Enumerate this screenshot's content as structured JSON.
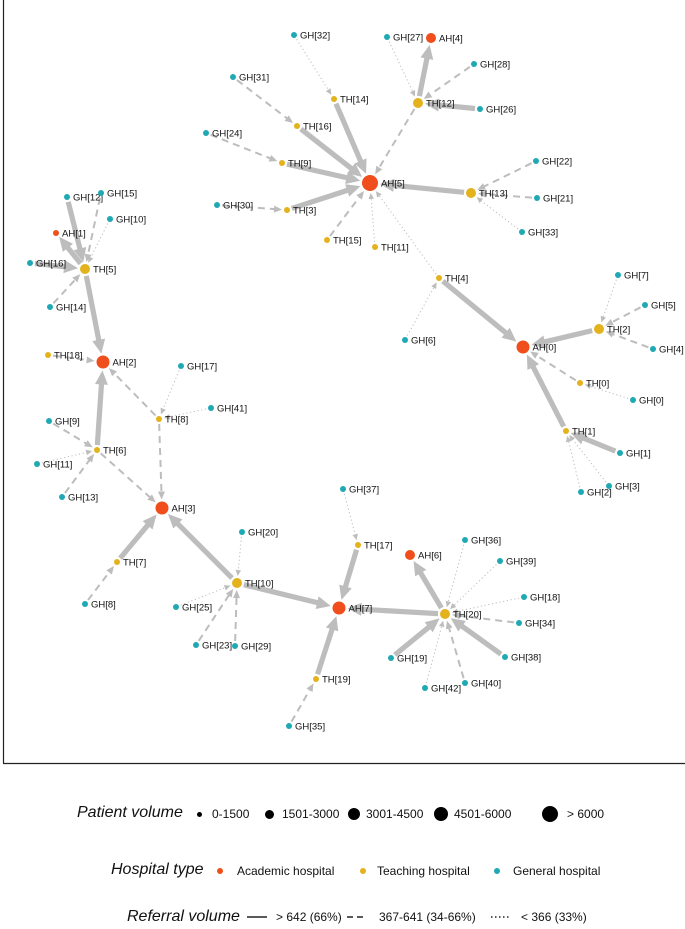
{
  "colors": {
    "academic": "#f04e1c",
    "teaching": "#e3b21c",
    "general": "#1fa9b4",
    "edge": "#bdbdbd"
  },
  "nodes": [
    {
      "id": "AH[0]",
      "type": "academic",
      "vol": 3
    },
    {
      "id": "AH[1]",
      "type": "academic",
      "vol": 1
    },
    {
      "id": "AH[2]",
      "type": "academic",
      "vol": 3
    },
    {
      "id": "AH[3]",
      "type": "academic",
      "vol": 3
    },
    {
      "id": "AH[4]",
      "type": "academic",
      "vol": 2
    },
    {
      "id": "AH[5]",
      "type": "academic",
      "vol": 4
    },
    {
      "id": "AH[6]",
      "type": "academic",
      "vol": 2
    },
    {
      "id": "AH[7]",
      "type": "academic",
      "vol": 3
    },
    {
      "id": "TH[0]",
      "type": "teaching",
      "vol": 1
    },
    {
      "id": "TH[1]",
      "type": "teaching",
      "vol": 1
    },
    {
      "id": "TH[2]",
      "type": "teaching",
      "vol": 2
    },
    {
      "id": "TH[3]",
      "type": "teaching",
      "vol": 1
    },
    {
      "id": "TH[4]",
      "type": "teaching",
      "vol": 1
    },
    {
      "id": "TH[5]",
      "type": "teaching",
      "vol": 2
    },
    {
      "id": "TH[6]",
      "type": "teaching",
      "vol": 1
    },
    {
      "id": "TH[7]",
      "type": "teaching",
      "vol": 1
    },
    {
      "id": "TH[8]",
      "type": "teaching",
      "vol": 1
    },
    {
      "id": "TH[9]",
      "type": "teaching",
      "vol": 1
    },
    {
      "id": "TH[10]",
      "type": "teaching",
      "vol": 2
    },
    {
      "id": "TH[11]",
      "type": "teaching",
      "vol": 1
    },
    {
      "id": "TH[12]",
      "type": "teaching",
      "vol": 2
    },
    {
      "id": "TH[13]",
      "type": "teaching",
      "vol": 2
    },
    {
      "id": "TH[14]",
      "type": "teaching",
      "vol": 1
    },
    {
      "id": "TH[15]",
      "type": "teaching",
      "vol": 1
    },
    {
      "id": "TH[16]",
      "type": "teaching",
      "vol": 1
    },
    {
      "id": "TH[17]",
      "type": "teaching",
      "vol": 1
    },
    {
      "id": "TH[18]",
      "type": "teaching",
      "vol": 1
    },
    {
      "id": "TH[19]",
      "type": "teaching",
      "vol": 1
    },
    {
      "id": "TH[20]",
      "type": "teaching",
      "vol": 2
    },
    {
      "id": "GH[0]",
      "type": "general",
      "vol": 1
    },
    {
      "id": "GH[1]",
      "type": "general",
      "vol": 1
    },
    {
      "id": "GH[2]",
      "type": "general",
      "vol": 1
    },
    {
      "id": "GH[3]",
      "type": "general",
      "vol": 1
    },
    {
      "id": "GH[4]",
      "type": "general",
      "vol": 1
    },
    {
      "id": "GH[5]",
      "type": "general",
      "vol": 1
    },
    {
      "id": "GH[6]",
      "type": "general",
      "vol": 1
    },
    {
      "id": "GH[7]",
      "type": "general",
      "vol": 1
    },
    {
      "id": "GH[8]",
      "type": "general",
      "vol": 1
    },
    {
      "id": "GH[9]",
      "type": "general",
      "vol": 1
    },
    {
      "id": "GH[10]",
      "type": "general",
      "vol": 1
    },
    {
      "id": "GH[11]",
      "type": "general",
      "vol": 1
    },
    {
      "id": "GH[12]",
      "type": "general",
      "vol": 1
    },
    {
      "id": "GH[13]",
      "type": "general",
      "vol": 1
    },
    {
      "id": "GH[14]",
      "type": "general",
      "vol": 1
    },
    {
      "id": "GH[15]",
      "type": "general",
      "vol": 1
    },
    {
      "id": "GH[16]",
      "type": "general",
      "vol": 1
    },
    {
      "id": "GH[17]",
      "type": "general",
      "vol": 1
    },
    {
      "id": "GH[18]",
      "type": "general",
      "vol": 1
    },
    {
      "id": "GH[19]",
      "type": "general",
      "vol": 1
    },
    {
      "id": "GH[20]",
      "type": "general",
      "vol": 1
    },
    {
      "id": "GH[21]",
      "type": "general",
      "vol": 1
    },
    {
      "id": "GH[22]",
      "type": "general",
      "vol": 1
    },
    {
      "id": "GH[23]",
      "type": "general",
      "vol": 1
    },
    {
      "id": "GH[24]",
      "type": "general",
      "vol": 1
    },
    {
      "id": "GH[25]",
      "type": "general",
      "vol": 1
    },
    {
      "id": "GH[26]",
      "type": "general",
      "vol": 1
    },
    {
      "id": "GH[27]",
      "type": "general",
      "vol": 1
    },
    {
      "id": "GH[28]",
      "type": "general",
      "vol": 1
    },
    {
      "id": "GH[29]",
      "type": "general",
      "vol": 1
    },
    {
      "id": "GH[30]",
      "type": "general",
      "vol": 1
    },
    {
      "id": "GH[31]",
      "type": "general",
      "vol": 1
    },
    {
      "id": "GH[32]",
      "type": "general",
      "vol": 1
    },
    {
      "id": "GH[33]",
      "type": "general",
      "vol": 1
    },
    {
      "id": "GH[34]",
      "type": "general",
      "vol": 1
    },
    {
      "id": "GH[35]",
      "type": "general",
      "vol": 1
    },
    {
      "id": "GH[36]",
      "type": "general",
      "vol": 1
    },
    {
      "id": "GH[37]",
      "type": "general",
      "vol": 1
    },
    {
      "id": "GH[38]",
      "type": "general",
      "vol": 1
    },
    {
      "id": "GH[39]",
      "type": "general",
      "vol": 1
    },
    {
      "id": "GH[40]",
      "type": "general",
      "vol": 1
    },
    {
      "id": "GH[41]",
      "type": "general",
      "vol": 1
    },
    {
      "id": "GH[42]",
      "type": "general",
      "vol": 1
    }
  ],
  "edges": [
    {
      "from": "TH[14]",
      "to": "AH[5]",
      "w": "high"
    },
    {
      "from": "TH[16]",
      "to": "AH[5]",
      "w": "high"
    },
    {
      "from": "TH[9]",
      "to": "AH[5]",
      "w": "high"
    },
    {
      "from": "TH[3]",
      "to": "AH[5]",
      "w": "high"
    },
    {
      "from": "TH[13]",
      "to": "AH[5]",
      "w": "high"
    },
    {
      "from": "TH[12]",
      "to": "AH[5]",
      "w": "mid"
    },
    {
      "from": "TH[15]",
      "to": "AH[5]",
      "w": "mid"
    },
    {
      "from": "TH[11]",
      "to": "AH[5]",
      "w": "low"
    },
    {
      "from": "TH[4]",
      "to": "AH[5]",
      "w": "low"
    },
    {
      "from": "TH[12]",
      "to": "AH[4]",
      "w": "high"
    },
    {
      "from": "GH[27]",
      "to": "TH[12]",
      "w": "low"
    },
    {
      "from": "GH[28]",
      "to": "TH[12]",
      "w": "mid"
    },
    {
      "from": "GH[26]",
      "to": "TH[12]",
      "w": "high"
    },
    {
      "from": "GH[32]",
      "to": "TH[14]",
      "w": "low"
    },
    {
      "from": "GH[31]",
      "to": "TH[16]",
      "w": "mid"
    },
    {
      "from": "GH[24]",
      "to": "TH[9]",
      "w": "mid"
    },
    {
      "from": "GH[30]",
      "to": "TH[3]",
      "w": "mid"
    },
    {
      "from": "GH[22]",
      "to": "TH[13]",
      "w": "mid"
    },
    {
      "from": "GH[21]",
      "to": "TH[13]",
      "w": "mid"
    },
    {
      "from": "GH[33]",
      "to": "TH[13]",
      "w": "low"
    },
    {
      "from": "TH[4]",
      "to": "AH[0]",
      "w": "high"
    },
    {
      "from": "GH[6]",
      "to": "TH[4]",
      "w": "low"
    },
    {
      "from": "TH[2]",
      "to": "AH[0]",
      "w": "high"
    },
    {
      "from": "TH[1]",
      "to": "AH[0]",
      "w": "high"
    },
    {
      "from": "TH[0]",
      "to": "AH[0]",
      "w": "mid"
    },
    {
      "from": "GH[7]",
      "to": "TH[2]",
      "w": "low"
    },
    {
      "from": "GH[5]",
      "to": "TH[2]",
      "w": "mid"
    },
    {
      "from": "GH[4]",
      "to": "TH[2]",
      "w": "mid"
    },
    {
      "from": "GH[0]",
      "to": "TH[0]",
      "w": "low"
    },
    {
      "from": "GH[1]",
      "to": "TH[1]",
      "w": "high"
    },
    {
      "from": "GH[2]",
      "to": "TH[1]",
      "w": "low"
    },
    {
      "from": "GH[3]",
      "to": "TH[1]",
      "w": "low"
    },
    {
      "from": "TH[5]",
      "to": "AH[1]",
      "w": "high"
    },
    {
      "from": "TH[5]",
      "to": "AH[2]",
      "w": "high"
    },
    {
      "from": "GH[12]",
      "to": "TH[5]",
      "w": "high"
    },
    {
      "from": "GH[15]",
      "to": "TH[5]",
      "w": "mid"
    },
    {
      "from": "GH[10]",
      "to": "TH[5]",
      "w": "low"
    },
    {
      "from": "GH[16]",
      "to": "TH[5]",
      "w": "high"
    },
    {
      "from": "GH[14]",
      "to": "TH[5]",
      "w": "mid"
    },
    {
      "from": "TH[18]",
      "to": "AH[2]",
      "w": "mid"
    },
    {
      "from": "TH[6]",
      "to": "AH[2]",
      "w": "high"
    },
    {
      "from": "TH[8]",
      "to": "AH[2]",
      "w": "mid"
    },
    {
      "from": "TH[8]",
      "to": "AH[3]",
      "w": "mid"
    },
    {
      "from": "GH[17]",
      "to": "TH[8]",
      "w": "low"
    },
    {
      "from": "GH[41]",
      "to": "TH[8]",
      "w": "low"
    },
    {
      "from": "GH[9]",
      "to": "TH[6]",
      "w": "mid"
    },
    {
      "from": "GH[11]",
      "to": "TH[6]",
      "w": "low"
    },
    {
      "from": "GH[13]",
      "to": "TH[6]",
      "w": "mid"
    },
    {
      "from": "TH[6]",
      "to": "AH[3]",
      "w": "mid"
    },
    {
      "from": "TH[7]",
      "to": "AH[3]",
      "w": "high"
    },
    {
      "from": "GH[8]",
      "to": "TH[7]",
      "w": "mid"
    },
    {
      "from": "TH[10]",
      "to": "AH[3]",
      "w": "high"
    },
    {
      "from": "TH[10]",
      "to": "AH[7]",
      "w": "high"
    },
    {
      "from": "GH[20]",
      "to": "TH[10]",
      "w": "low"
    },
    {
      "from": "GH[25]",
      "to": "TH[10]",
      "w": "low"
    },
    {
      "from": "GH[23]",
      "to": "TH[10]",
      "w": "mid"
    },
    {
      "from": "GH[29]",
      "to": "TH[10]",
      "w": "mid"
    },
    {
      "from": "TH[17]",
      "to": "AH[7]",
      "w": "high"
    },
    {
      "from": "GH[37]",
      "to": "TH[17]",
      "w": "low"
    },
    {
      "from": "TH[19]",
      "to": "AH[7]",
      "w": "high"
    },
    {
      "from": "GH[35]",
      "to": "TH[19]",
      "w": "mid"
    },
    {
      "from": "TH[20]",
      "to": "AH[7]",
      "w": "high"
    },
    {
      "from": "TH[20]",
      "to": "AH[6]",
      "w": "high"
    },
    {
      "from": "GH[36]",
      "to": "TH[20]",
      "w": "low"
    },
    {
      "from": "GH[39]",
      "to": "TH[20]",
      "w": "low"
    },
    {
      "from": "GH[18]",
      "to": "TH[20]",
      "w": "low"
    },
    {
      "from": "GH[34]",
      "to": "TH[20]",
      "w": "mid"
    },
    {
      "from": "GH[38]",
      "to": "TH[20]",
      "w": "high"
    },
    {
      "from": "GH[40]",
      "to": "TH[20]",
      "w": "mid"
    },
    {
      "from": "GH[42]",
      "to": "TH[20]",
      "w": "low"
    },
    {
      "from": "GH[19]",
      "to": "TH[20]",
      "w": "high"
    }
  ],
  "legend": {
    "patient_volume": {
      "title": "Patient volume",
      "items": [
        "0-1500",
        "1501-3000",
        "3001-4500",
        "4501-6000",
        "> 6000"
      ]
    },
    "hospital_type": {
      "title": "Hospital type",
      "items": [
        {
          "label": "Academic hospital",
          "type": "academic"
        },
        {
          "label": "Teaching hospital",
          "type": "teaching"
        },
        {
          "label": "General hospital",
          "type": "general"
        }
      ]
    },
    "referral_volume": {
      "title": "Referral volume",
      "items": [
        {
          "label": "> 642 (66%)",
          "w": "high"
        },
        {
          "label": "367-641 (34-66%)",
          "w": "mid"
        },
        {
          "label": "< 366 (33%)",
          "w": "low"
        }
      ]
    }
  }
}
